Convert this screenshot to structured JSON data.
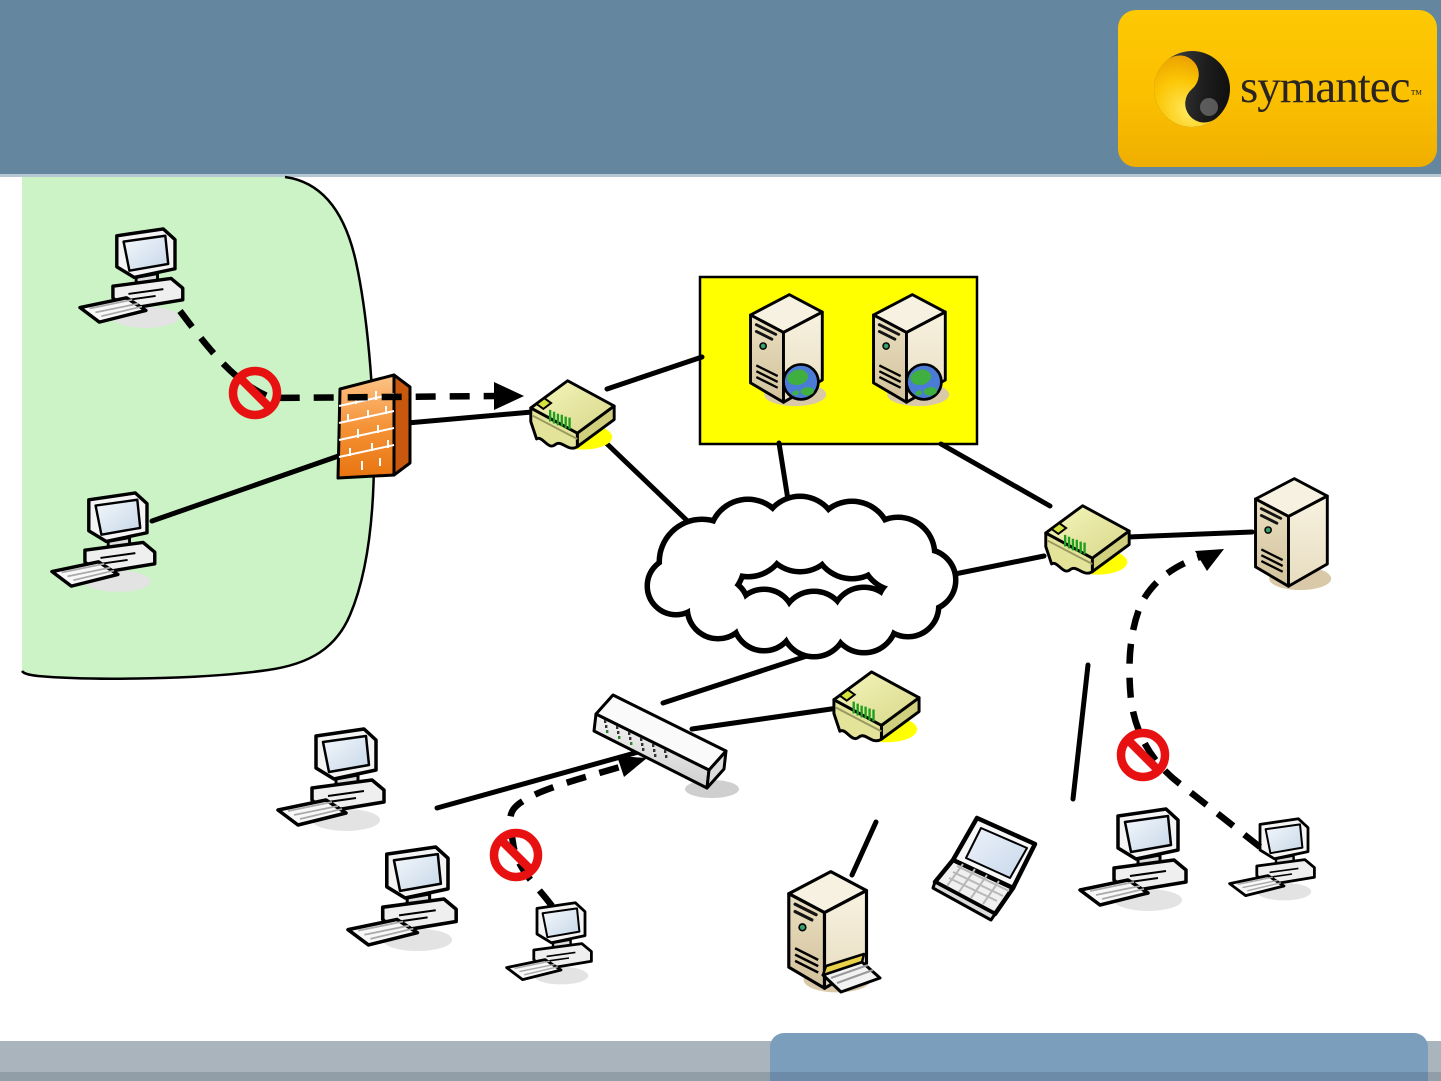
{
  "brand": {
    "logo_text": "symantec",
    "trademark": "™"
  },
  "palette": {
    "header_blue": "#64869E",
    "logo_yellow": "#FBC000",
    "zone_green": "#CBF3C5",
    "server_zone_yellow": "#FFFF00",
    "firewall_orange": "#ED7D1D",
    "blocked_red": "#E81111",
    "router_body_yellow": "#E9E9A4",
    "footer_gray": "#A9B4BC",
    "footer_blue_tab": "#7C9EBD",
    "connector_black": "#000000"
  },
  "diagram": {
    "zones": [
      {
        "id": "protected-lan",
        "style": "green-blob",
        "contains": [
          "workstation-a",
          "workstation-b"
        ]
      },
      {
        "id": "server-farm",
        "style": "yellow-highlight-box",
        "contains": [
          "web-server-1",
          "web-server-2"
        ]
      }
    ],
    "nodes": [
      {
        "id": "workstation-a",
        "icon": "desktop-computer-icon"
      },
      {
        "id": "workstation-b",
        "icon": "desktop-computer-icon"
      },
      {
        "id": "firewall",
        "icon": "firewall-brick-wall-icon"
      },
      {
        "id": "router-1",
        "icon": "router-icon"
      },
      {
        "id": "web-server-1",
        "icon": "server-with-globe-icon"
      },
      {
        "id": "web-server-2",
        "icon": "server-with-globe-icon"
      },
      {
        "id": "network-cloud",
        "icon": "cloud-icon"
      },
      {
        "id": "router-2",
        "icon": "router-icon"
      },
      {
        "id": "server-right",
        "icon": "server-tower-icon"
      },
      {
        "id": "switch",
        "icon": "network-switch-icon"
      },
      {
        "id": "router-3",
        "icon": "router-icon"
      },
      {
        "id": "workstation-1",
        "icon": "desktop-computer-icon"
      },
      {
        "id": "workstation-2",
        "icon": "desktop-computer-icon"
      },
      {
        "id": "workstation-3",
        "icon": "desktop-computer-icon"
      },
      {
        "id": "antenna-server",
        "icon": "server-with-antenna-icon"
      },
      {
        "id": "laptop",
        "icon": "laptop-icon"
      },
      {
        "id": "workstation-4",
        "icon": "desktop-computer-icon"
      },
      {
        "id": "workstation-5",
        "icon": "desktop-computer-icon"
      }
    ],
    "solid_links": [
      [
        "workstation-b",
        "firewall"
      ],
      [
        "firewall",
        "router-1"
      ],
      [
        "router-1",
        "server-farm"
      ],
      [
        "router-1",
        "network-cloud"
      ],
      [
        "server-farm",
        "network-cloud"
      ],
      [
        "server-farm",
        "router-2"
      ],
      [
        "network-cloud",
        "router-2"
      ],
      [
        "router-2",
        "server-right"
      ],
      [
        "network-cloud",
        "switch"
      ],
      [
        "switch",
        "router-3"
      ],
      [
        "workstation-1",
        "switch"
      ],
      [
        "router-2",
        "workstation-4"
      ],
      [
        "antenna-server",
        "antenna"
      ]
    ],
    "blocked_dashed_paths": [
      {
        "from": "workstation-a",
        "to": "router-1",
        "crosses": "firewall",
        "marker": "no-entry"
      },
      {
        "from": "workstation-3",
        "to": "switch",
        "marker": "no-entry"
      },
      {
        "from": "workstation-5",
        "to": "server-right",
        "marker": "no-entry"
      }
    ]
  }
}
